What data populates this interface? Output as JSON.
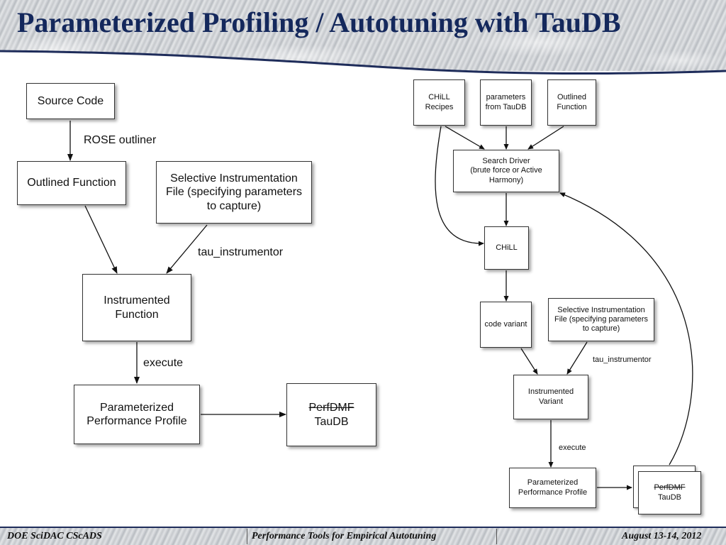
{
  "slide": {
    "title": "Parameterized Profiling / Autotuning with TauDB"
  },
  "left_diagram": {
    "source_code": "Source Code",
    "rose_outliner": "ROSE outliner",
    "outlined_function": "Outlined Function",
    "selective_instr_file": [
      "Selective Instrumentation",
      "File (specifying parameters",
      "to capture)"
    ],
    "tau_instrumentor": "tau_instrumentor",
    "instrumented_function": [
      "Instrumented",
      "Function"
    ],
    "execute": "execute",
    "param_profile": [
      "Parameterized",
      "Performance Profile"
    ],
    "perfdmf": "PerfDMF",
    "taudb": "TauDB"
  },
  "right_diagram": {
    "chill_recipes": [
      "CHiLL",
      "Recipes"
    ],
    "params_from_taudb": [
      "parameters",
      "from TauDB"
    ],
    "outlined_function": [
      "Outlined",
      "Function"
    ],
    "search_driver": [
      "Search Driver",
      "(brute force or Active",
      "Harmony)"
    ],
    "chill": "CHiLL",
    "code_variant": "code variant",
    "selective_instr_file": [
      "Selective Instrumentation",
      "File (specifying parameters",
      "to capture)"
    ],
    "tau_instrumentor": "tau_instrumentor",
    "instrumented_variant": [
      "Instrumented",
      "Variant"
    ],
    "execute": "execute",
    "param_profile": [
      "Parameterized",
      "Performance Profile"
    ],
    "perfdmf": "PerfDMF",
    "taudb": "TauDB"
  },
  "footer": {
    "left": "DOE SciDAC CScADS",
    "center": "Performance Tools for Empirical Autotuning",
    "right": "August 13-14, 2012"
  }
}
